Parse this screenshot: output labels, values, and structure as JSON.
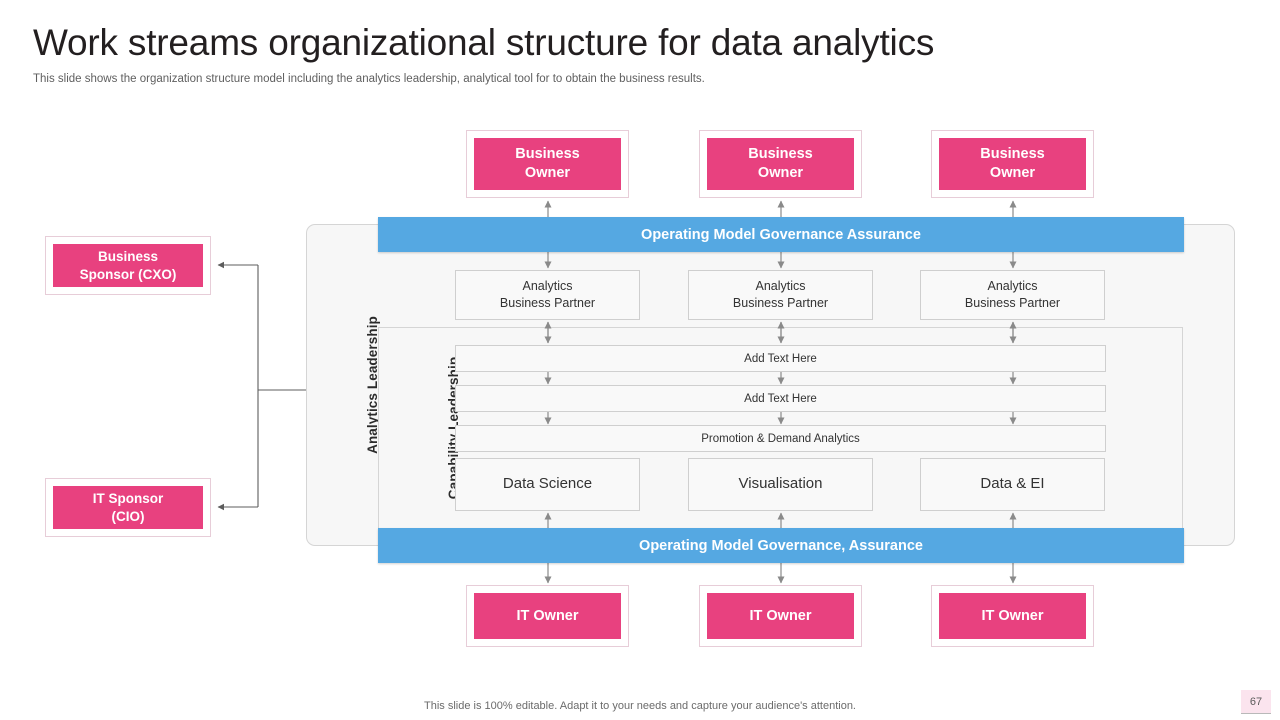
{
  "header": {
    "title": "Work streams organizational structure for data analytics",
    "subtitle": "This slide shows the organization structure model including the analytics leadership, analytical tool for to obtain the business results."
  },
  "colors": {
    "pink": "#E8417F",
    "blue": "#55A8E2",
    "panel_bg": "#F7F7F7",
    "box_bg": "#F9F9F9",
    "border": "#CFCFCF",
    "badge_bg": "#FBE4EE"
  },
  "sponsors": [
    {
      "label": "Business\nSponsor (CXO)",
      "line1": "Business",
      "line2": "Sponsor (CXO)"
    },
    {
      "label": "IT Sponsor\n(CIO)",
      "line1": "IT Sponsor",
      "line2": "(CIO)"
    }
  ],
  "business_owners": [
    {
      "line1": "Business",
      "line2": "Owner"
    },
    {
      "line1": "Business",
      "line2": "Owner"
    },
    {
      "line1": "Business",
      "line2": "Owner"
    }
  ],
  "it_owners": [
    {
      "label": "IT Owner"
    },
    {
      "label": "IT Owner"
    },
    {
      "label": "IT Owner"
    }
  ],
  "governance_bars": {
    "top": "Operating Model Governance Assurance",
    "bottom": "Operating Model Governance, Assurance"
  },
  "panels": {
    "analytics_leadership_label": "Analytics Leadership",
    "capability_leadership_label": "Capability Leadership"
  },
  "analytics_business_partners": [
    {
      "line1": "Analytics",
      "line2": "Business Partner"
    },
    {
      "line1": "Analytics",
      "line2": "Business Partner"
    },
    {
      "line1": "Analytics",
      "line2": "Business Partner"
    }
  ],
  "wide_rows": [
    {
      "label": "Add Text Here"
    },
    {
      "label": "Add Text Here"
    },
    {
      "label": "Promotion & Demand Analytics"
    }
  ],
  "capabilities": [
    {
      "label": "Data Science"
    },
    {
      "label": "Visualisation"
    },
    {
      "label": "Data & EI"
    }
  ],
  "footer": {
    "note": "This slide is 100% editable. Adapt it to your needs and capture your audience's attention.",
    "page_number": "67"
  }
}
